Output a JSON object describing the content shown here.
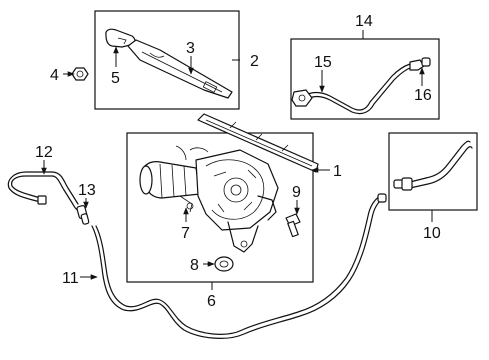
{
  "diagram": {
    "callouts": {
      "c1": "1",
      "c2": "2",
      "c3": "3",
      "c4": "4",
      "c5": "5",
      "c6": "6",
      "c7": "7",
      "c8": "8",
      "c9": "9",
      "c10": "10",
      "c11": "11",
      "c12": "12",
      "c13": "13",
      "c14": "14",
      "c15": "15",
      "c16": "16"
    },
    "colors": {
      "line": "#111111",
      "background": "#ffffff"
    }
  }
}
